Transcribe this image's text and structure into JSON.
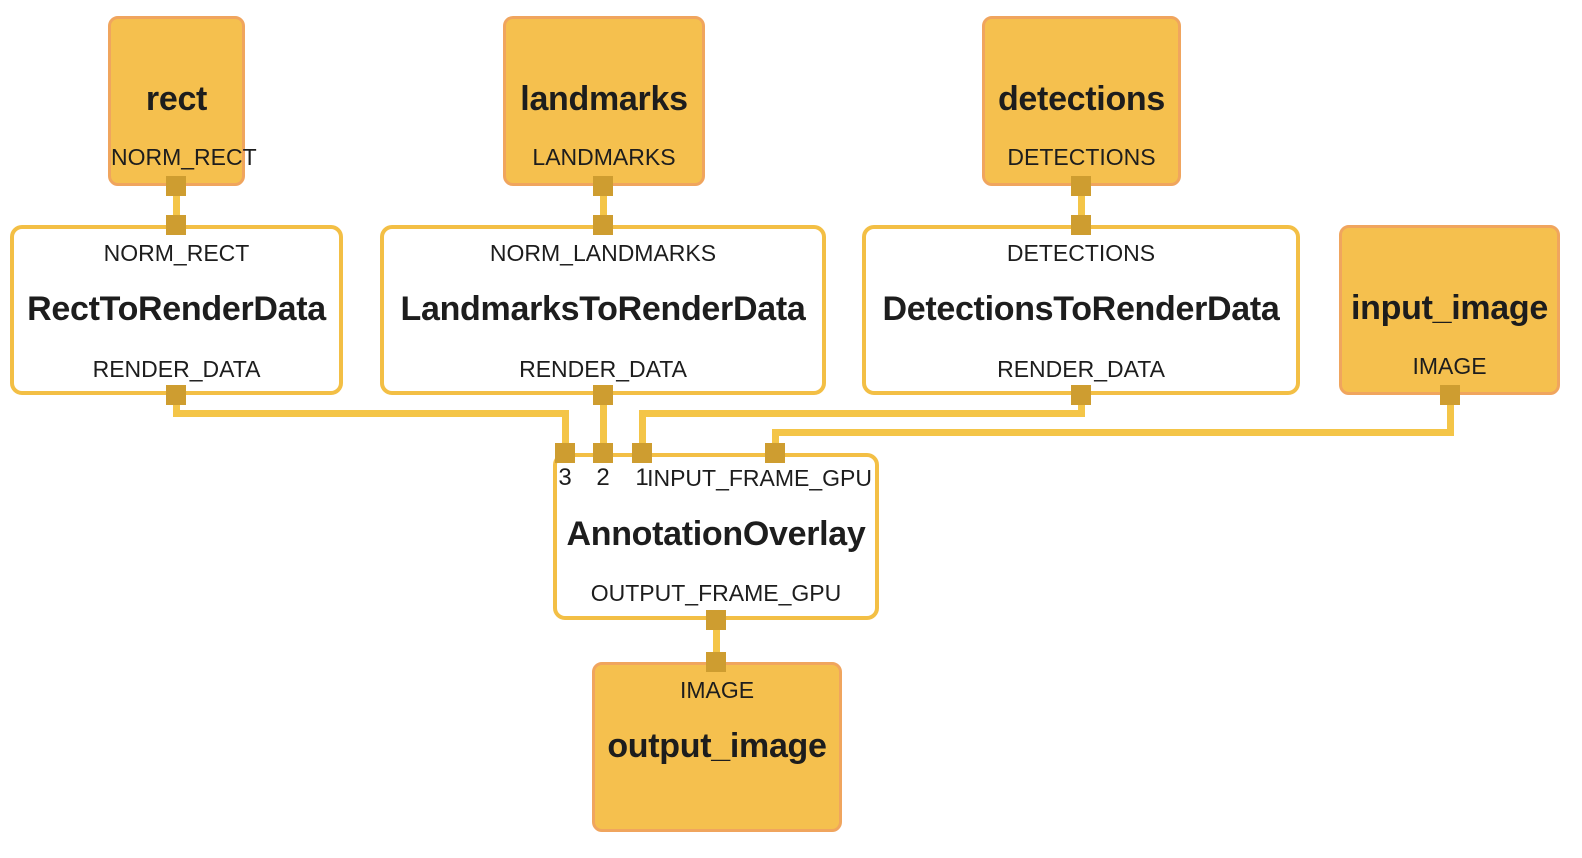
{
  "diagram": {
    "title_hint": "MediaPipe annotation renderer graph",
    "colors": {
      "generator_fill": "#f5c04e",
      "generator_border": "#f0a55e",
      "calculator_fill": "#ffffff",
      "calculator_border": "#f3bf45",
      "wire": "#f4c548",
      "pin": "#ce9d30",
      "text": "#1d1d1d",
      "background": "#ffffff"
    },
    "nodes": {
      "rect": {
        "title": "rect",
        "output_port": "NORM_RECT"
      },
      "landmarks": {
        "title": "landmarks",
        "output_port": "LANDMARKS"
      },
      "detections": {
        "title": "detections",
        "output_port": "DETECTIONS"
      },
      "rect_to_render_data": {
        "input_port": "NORM_RECT",
        "title": "RectToRenderData",
        "output_port": "RENDER_DATA"
      },
      "landmarks_to_render_data": {
        "input_port": "NORM_LANDMARKS",
        "title": "LandmarksToRenderData",
        "output_port": "RENDER_DATA"
      },
      "detections_to_render_data": {
        "input_port": "DETECTIONS",
        "title": "DetectionsToRenderData",
        "output_port": "RENDER_DATA"
      },
      "input_image": {
        "title": "input_image",
        "output_port": "IMAGE"
      },
      "annotation_overlay": {
        "input_ports": [
          "3",
          "2",
          "1",
          "INPUT_FRAME_GPU"
        ],
        "title": "AnnotationOverlay",
        "output_port": "OUTPUT_FRAME_GPU"
      },
      "output_image": {
        "input_port": "IMAGE",
        "title": "output_image"
      }
    },
    "edges": [
      {
        "from": "rect.NORM_RECT",
        "to": "rect_to_render_data.NORM_RECT"
      },
      {
        "from": "landmarks.LANDMARKS",
        "to": "landmarks_to_render_data.NORM_LANDMARKS"
      },
      {
        "from": "detections.DETECTIONS",
        "to": "detections_to_render_data.DETECTIONS"
      },
      {
        "from": "rect_to_render_data.RENDER_DATA",
        "to": "annotation_overlay.3"
      },
      {
        "from": "landmarks_to_render_data.RENDER_DATA",
        "to": "annotation_overlay.2"
      },
      {
        "from": "detections_to_render_data.RENDER_DATA",
        "to": "annotation_overlay.1"
      },
      {
        "from": "input_image.IMAGE",
        "to": "annotation_overlay.INPUT_FRAME_GPU"
      },
      {
        "from": "annotation_overlay.OUTPUT_FRAME_GPU",
        "to": "output_image.IMAGE"
      }
    ]
  }
}
